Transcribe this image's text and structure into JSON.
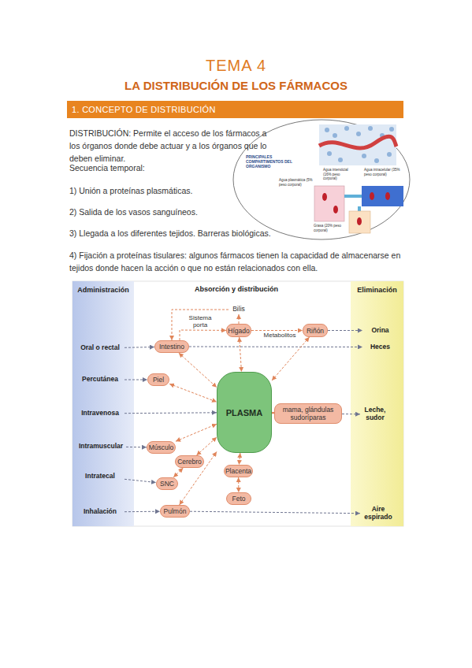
{
  "diagram": {
    "title": "TEMA 4",
    "nodes": [
      {
        "text": [
          "1. CONCEPTO DE DISTRIBUCIÓN"
        ]
      },
      {
        "text": [
          "Administración"
        ]
      },
      {
        "text": [
          "Oral o rectal"
        ],
        "in": 1
      },
      {
        "text": [
          "Percutánea"
        ],
        "in": 1
      },
      {
        "text": [
          "Intravenosa"
        ],
        "in": 1
      },
      {
        "text": [
          "Intramuscular"
        ],
        "in": 1
      },
      {
        "text": [
          "Intratecal"
        ],
        "in": 1
      },
      {
        "text": [
          "Inhalación"
        ],
        "in": 1
      },
      {
        "text": [
          "Eliminación"
        ]
      },
      {
        "text": [
          "Orina"
        ],
        "in": 8
      },
      {
        "text": [
          "Heces"
        ],
        "in": 8
      },
      {
        "text": [
          "Leche, sudor"
        ],
        "in": 8
      },
      {
        "text": [
          "Aire espirado"
        ],
        "in": 8
      },
      {
        "text": [
          "Bilis"
        ]
      },
      {
        "text": [
          "Hígado"
        ]
      },
      {
        "text": [
          "Riñón"
        ]
      },
      {
        "text": [
          "Intestino"
        ]
      },
      {
        "text": [
          "Piel"
        ]
      },
      {
        "text": [
          "PLASMA"
        ]
      },
      {
        "text": [
          "mama, glándulas sudoríparas"
        ]
      },
      {
        "text": [
          "Músculo"
        ]
      },
      {
        "text": [
          "Cerebro"
        ]
      },
      {
        "text": [
          "SNC"
        ]
      },
      {
        "text": [
          "Placenta"
        ]
      },
      {
        "text": [
          "Feto"
        ]
      },
      {
        "text": [
          "Pulmón"
        ]
      }
    ],
    "edges": [
      {
        "from": 2,
        "to": 16,
        "arrow": "to"
      },
      {
        "from": 16,
        "to": 14,
        "label": "Sistema porta",
        "arrow": "to"
      },
      {
        "from": 14,
        "to": 13,
        "arrow": "to"
      },
      {
        "from": 13,
        "to": 16,
        "arrow": "to"
      },
      {
        "from": 14,
        "to": 15,
        "label": "Metabolitos",
        "arrow": "to"
      },
      {
        "from": 15,
        "to": 9,
        "arrow": "to"
      },
      {
        "from": 16,
        "to": 10,
        "arrow": "to"
      },
      {
        "from": 16,
        "to": 18,
        "arrow": "both"
      },
      {
        "from": 14,
        "to": 18,
        "arrow": "both"
      },
      {
        "from": 15,
        "to": 18,
        "arrow": "both"
      },
      {
        "from": 3,
        "to": 17,
        "arrow": "to"
      },
      {
        "from": 17,
        "to": 18,
        "arrow": "both"
      },
      {
        "from": 4,
        "to": 18,
        "arrow": "to"
      },
      {
        "from": 18,
        "to": 19,
        "arrow": "both"
      },
      {
        "from": 19,
        "to": 11,
        "arrow": "to"
      },
      {
        "from": 5,
        "to": 20,
        "arrow": "to"
      },
      {
        "from": 20,
        "to": 18,
        "arrow": "both"
      },
      {
        "from": 21,
        "to": 18,
        "arrow": "both"
      },
      {
        "from": 6,
        "to": 22,
        "arrow": "to"
      },
      {
        "from": 22,
        "to": 21,
        "arrow": "both"
      },
      {
        "from": 18,
        "to": 23,
        "arrow": "both"
      },
      {
        "from": 23,
        "to": 24,
        "arrow": "both"
      },
      {
        "from": 7,
        "to": 25,
        "arrow": "to"
      },
      {
        "from": 25,
        "to": 18,
        "arrow": "both"
      },
      {
        "from": 25,
        "to": 12,
        "arrow": "to"
      }
    ],
    "labels": [
      "LA DISTRIBUCIÓN DE LOS FÁRMACOS",
      "DISTRIBUCIÓN: Permite el acceso de los fármacos a los órganos donde debe actuar y a los órganos que lo deben eliminar.",
      "Secuencia temporal:",
      "1) Unión a proteínas plasmáticas.",
      "2) Salida de los vasos sanguíneos.",
      "3) Llegada a los diferentes tejidos. Barreras biológicas.",
      "4) Fijación a proteínas tisulares: algunos fármacos tienen la capacidad de almacenarse en tejidos donde hacen la acción o que no están relacionados con ella.",
      "PRINCIPALES COMPARTIMENTOS DEL ORGANISMO",
      "Agua intersticial (16% peso corporal)",
      "Agua intracelular (35% peso corporal)",
      "Agua plasmática (5% peso corporal)",
      "Grasa (20% peso corporal)",
      "Absorción y distribución"
    ]
  }
}
